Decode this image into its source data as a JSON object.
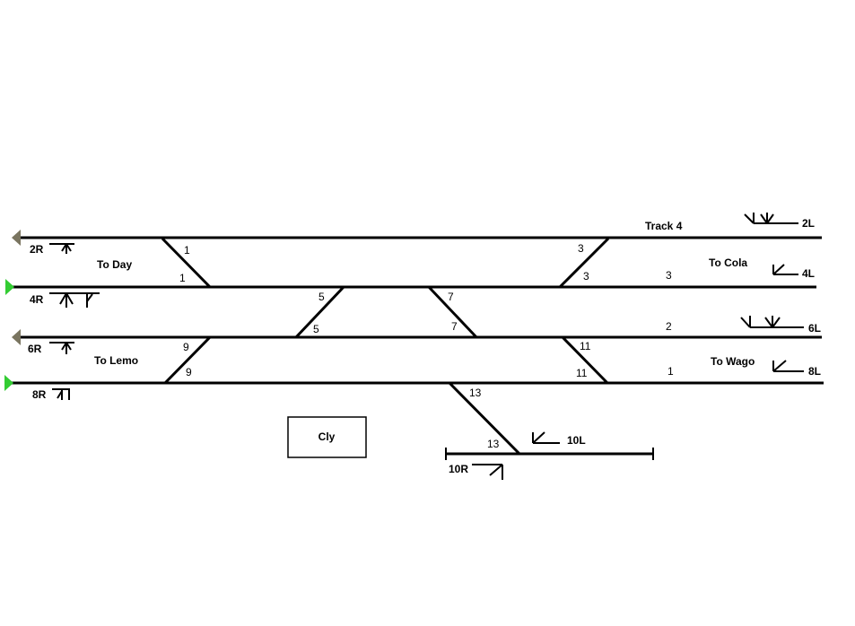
{
  "tracks": {
    "track4_label": "Track 4",
    "track3_label": "3",
    "track2_label": "2",
    "track1_label": "1"
  },
  "destinations": {
    "to_day": "To Day",
    "to_cola": "To Cola",
    "to_lemo": "To Lemo",
    "to_wago": "To Wago"
  },
  "station": {
    "name": "Cly"
  },
  "signals": {
    "s2R": "2R",
    "s4R": "4R",
    "s6R": "6R",
    "s8R": "8R",
    "s2L": "2L",
    "s4L": "4L",
    "s6L": "6L",
    "s8L": "8L",
    "s10L": "10L",
    "s10R": "10R"
  },
  "switches": {
    "sw1": "1",
    "sw3": "3",
    "sw5": "5",
    "sw7": "7",
    "sw9": "9",
    "sw11": "11",
    "sw13": "13"
  },
  "colors": {
    "track": "#000000",
    "signal_clear": "#33cc33",
    "signal_stop": "#7a7560"
  }
}
